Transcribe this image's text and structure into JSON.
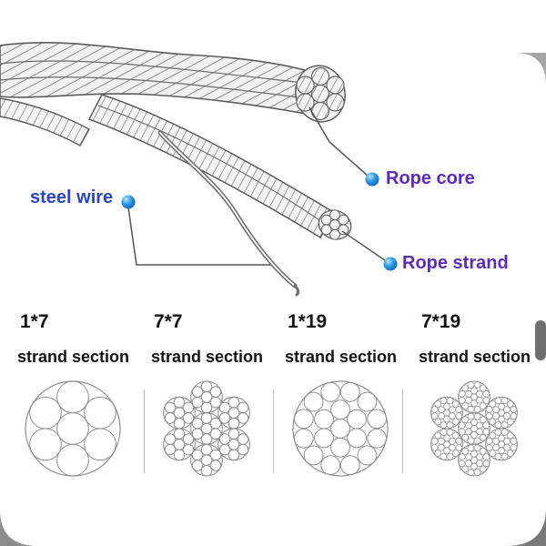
{
  "labels": {
    "steel_wire": "steel wire",
    "rope_core": "Rope core",
    "rope_strand": "Rope strand"
  },
  "colors": {
    "steel_wire": "#2746c9",
    "rope_label": "#5b2bbf",
    "leader_line": "#555555",
    "dot": "#1f8ae0",
    "rope_stroke": "#5c5c5c",
    "section_stroke": "#8f8f8f"
  },
  "sections": [
    {
      "title": "1*7",
      "subtitle": "strand section",
      "pattern": "1x7",
      "strands": 1,
      "wires_per_strand": 7
    },
    {
      "title": "7*7",
      "subtitle": "strand section",
      "pattern": "7x7",
      "strands": 7,
      "wires_per_strand": 7
    },
    {
      "title": "1*19",
      "subtitle": "strand section",
      "pattern": "1x19",
      "strands": 1,
      "wires_per_strand": 19
    },
    {
      "title": "7*19",
      "subtitle": "strand section",
      "pattern": "7x19",
      "strands": 7,
      "wires_per_strand": 19
    }
  ]
}
